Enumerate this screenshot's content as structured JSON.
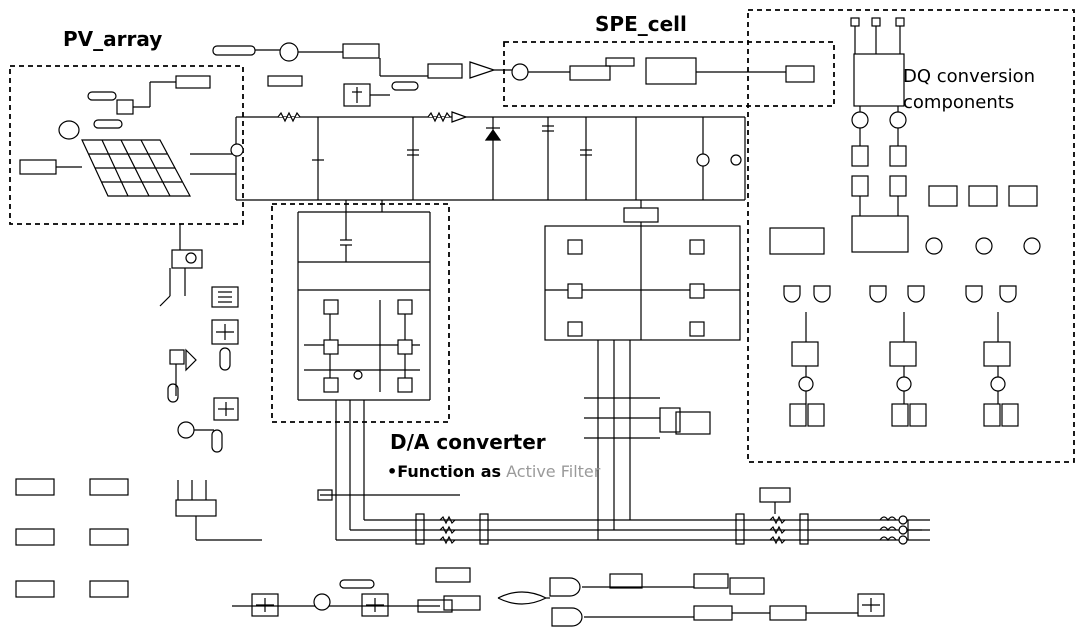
{
  "labels": {
    "pv_array": "PV_array",
    "spe_cell": "SPE_cell",
    "dq_line1": "DQ conversion",
    "dq_line2": "components",
    "da_converter": "D/A converter",
    "function_bullet": "•",
    "function_strong": "Function as",
    "function_faint": "Active Filter"
  },
  "colors": {
    "ink": "#000000",
    "faint_text": "#9a9a9a",
    "background": "#ffffff"
  }
}
